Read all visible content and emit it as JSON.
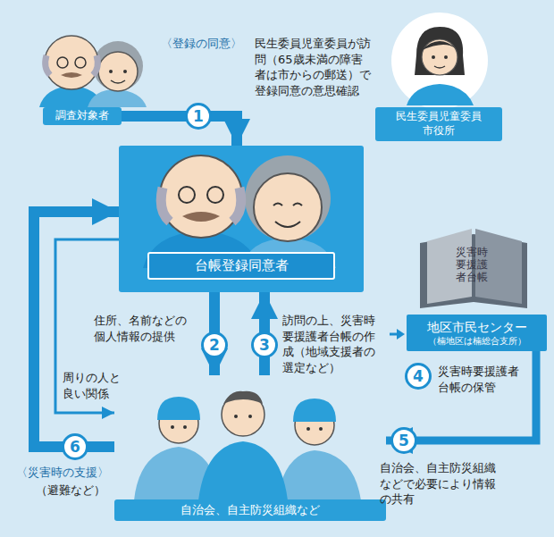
{
  "diagram": {
    "nodes": [
      {
        "text": [
          "調査対象者"
        ]
      },
      {
        "text": [
          "民生委員児童委員 市役所"
        ]
      },
      {
        "text": [
          "台帳登録同意者"
        ]
      },
      {
        "text": [
          "地区市民センター",
          "（楠地区は楠総合支所）"
        ]
      },
      {
        "text": [
          "自治会、自主防災組織など"
        ]
      }
    ],
    "edges": [
      {
        "from": 0,
        "to": 2,
        "arrow": "to",
        "label": "民生委員児童委員が訪問（65歳未満の障害者は市からの郵送）で登録同意の意思確認"
      },
      {
        "from": 2,
        "to": 4,
        "arrow": "to",
        "label": "住所、名前などの個人情報の提供"
      },
      {
        "from": 4,
        "to": 2,
        "arrow": "to",
        "label": "訪問の上、災害時要援護者台帳の作成（地域支援者の選定など）"
      },
      {
        "from": 3,
        "to": 4,
        "arrow": "to",
        "label": "自治会、自主防災組織などで必要により情報の共有"
      },
      {
        "from": 4,
        "to": 2,
        "arrow": "to",
        "label": "〈災害時の支援〉"
      },
      {
        "from": 2,
        "to": 4,
        "arrow": "to",
        "label": "周りの人と良い関係"
      }
    ],
    "labels": [
      "1",
      "〈登録の同意〉",
      "2",
      "3",
      "4",
      "災害時要援護者台帳の保管",
      "5",
      "6",
      "（避難など）",
      "災害時要援護者台帳"
    ]
  }
}
